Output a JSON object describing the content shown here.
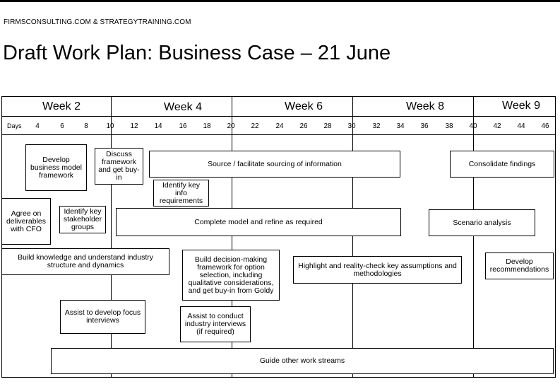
{
  "header": {
    "source": "FIRMSCONSULTING.COM & STRATEGYTRAINING.COM",
    "title": "Draft Work Plan: Business Case – 21 June"
  },
  "timeline": {
    "weeks": [
      "Week 2",
      "Week 4",
      "Week 6",
      "Week 8",
      "Week 9"
    ],
    "days_label": "Days",
    "days": [
      "4",
      "6",
      "8",
      "10",
      "12",
      "14",
      "16",
      "18",
      "20",
      "22",
      "24",
      "26",
      "28",
      "30",
      "32",
      "34",
      "36",
      "38",
      "40",
      "42",
      "44",
      "46"
    ]
  },
  "tasks": [
    "Develop business model framework",
    "Discuss framework and get buy-in",
    "Source / facilitate sourcing of information",
    "Consolidate findings",
    "Identify key info requirements",
    "Agree on deliverables with CFO",
    "Identify key stakeholder groups",
    "Complete model and refine as required",
    "Scenario analysis",
    "Build knowledge and understand industry structure and dynamics",
    "Build decision-making framework for option selection, including qualitative considerations, and get buy-in from Goldy",
    "Highlight and reality-check key assumptions and methodologies",
    "Develop recommendations",
    "Assist to develop focus interviews",
    "Assist to conduct industry interviews (if required)",
    "Guide other work streams"
  ]
}
